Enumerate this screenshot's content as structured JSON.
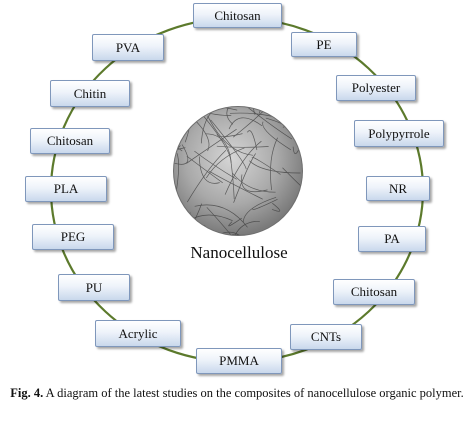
{
  "center": {
    "label": "Nanocellulose"
  },
  "nodes": [
    {
      "id": "chitosan-top",
      "label": "Chitosan"
    },
    {
      "id": "pe",
      "label": "PE"
    },
    {
      "id": "polyester",
      "label": "Polyester"
    },
    {
      "id": "polypyrrole",
      "label": "Polypyrrole"
    },
    {
      "id": "nr",
      "label": "NR"
    },
    {
      "id": "pa",
      "label": "PA"
    },
    {
      "id": "chitosan-right",
      "label": "Chitosan"
    },
    {
      "id": "cnts",
      "label": "CNTs"
    },
    {
      "id": "pmma",
      "label": "PMMA"
    },
    {
      "id": "acrylic",
      "label": "Acrylic"
    },
    {
      "id": "pu",
      "label": "PU"
    },
    {
      "id": "peg",
      "label": "PEG"
    },
    {
      "id": "pla",
      "label": "PLA"
    },
    {
      "id": "chitosan-left",
      "label": "Chitosan"
    },
    {
      "id": "chitin",
      "label": "Chitin"
    },
    {
      "id": "pva",
      "label": "PVA"
    }
  ],
  "caption": {
    "prefix": "Fig. 4.",
    "text": " A diagram of the latest studies on the composites of nanocellulose organic polymer."
  }
}
